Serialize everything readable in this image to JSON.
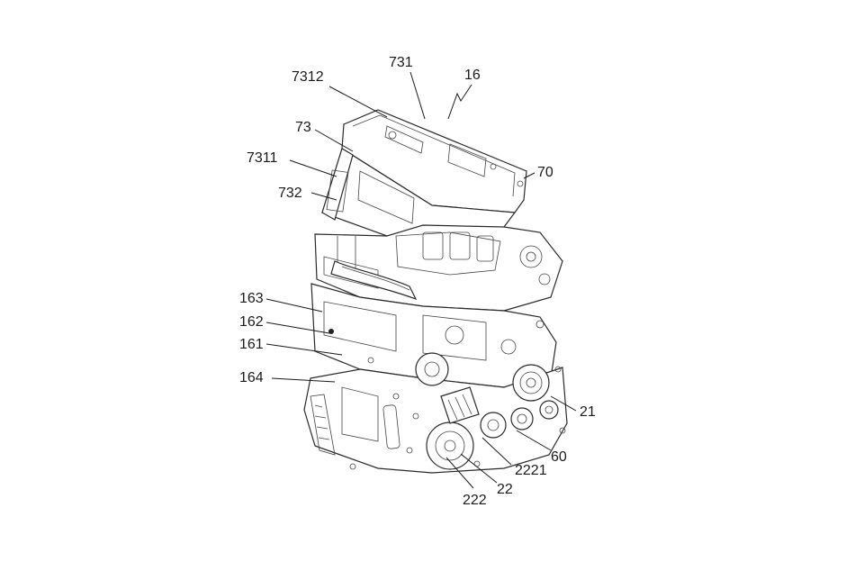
{
  "labels": {
    "l7312": "7312",
    "l731": "731",
    "l16": "16",
    "l73": "73",
    "l7311": "7311",
    "l70": "70",
    "l732": "732",
    "l163": "163",
    "l162": "162",
    "l161": "161",
    "l164": "164",
    "l21": "21",
    "l60": "60",
    "l2221": "2221",
    "l22": "22",
    "l222": "222"
  }
}
